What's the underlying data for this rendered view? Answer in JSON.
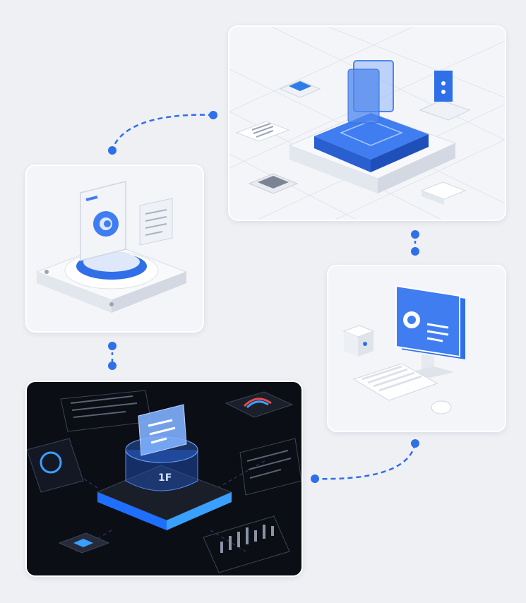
{
  "colors": {
    "background": "#eef0f4",
    "accent": "#2f6fe8",
    "connector": "#2f6fe8",
    "dark_panel": "#0b0e14",
    "glow": "#3aa0ff"
  },
  "panels": [
    {
      "id": "server",
      "theme": "light",
      "icon": "server-platform-illustration"
    },
    {
      "id": "document-scan",
      "theme": "light",
      "icon": "document-scan-illustration"
    },
    {
      "id": "workstation",
      "theme": "light",
      "icon": "desktop-workstation-illustration"
    },
    {
      "id": "data-hub",
      "theme": "dark",
      "icon": "data-hub-illustration",
      "glyph_text": "1F"
    }
  ],
  "connectors": [
    {
      "from": "server",
      "to": "document-scan",
      "style": "dashed"
    },
    {
      "from": "server",
      "to": "workstation",
      "style": "dotted"
    },
    {
      "from": "document-scan",
      "to": "data-hub",
      "style": "dotted"
    },
    {
      "from": "workstation",
      "to": "data-hub",
      "style": "dashed"
    }
  ]
}
